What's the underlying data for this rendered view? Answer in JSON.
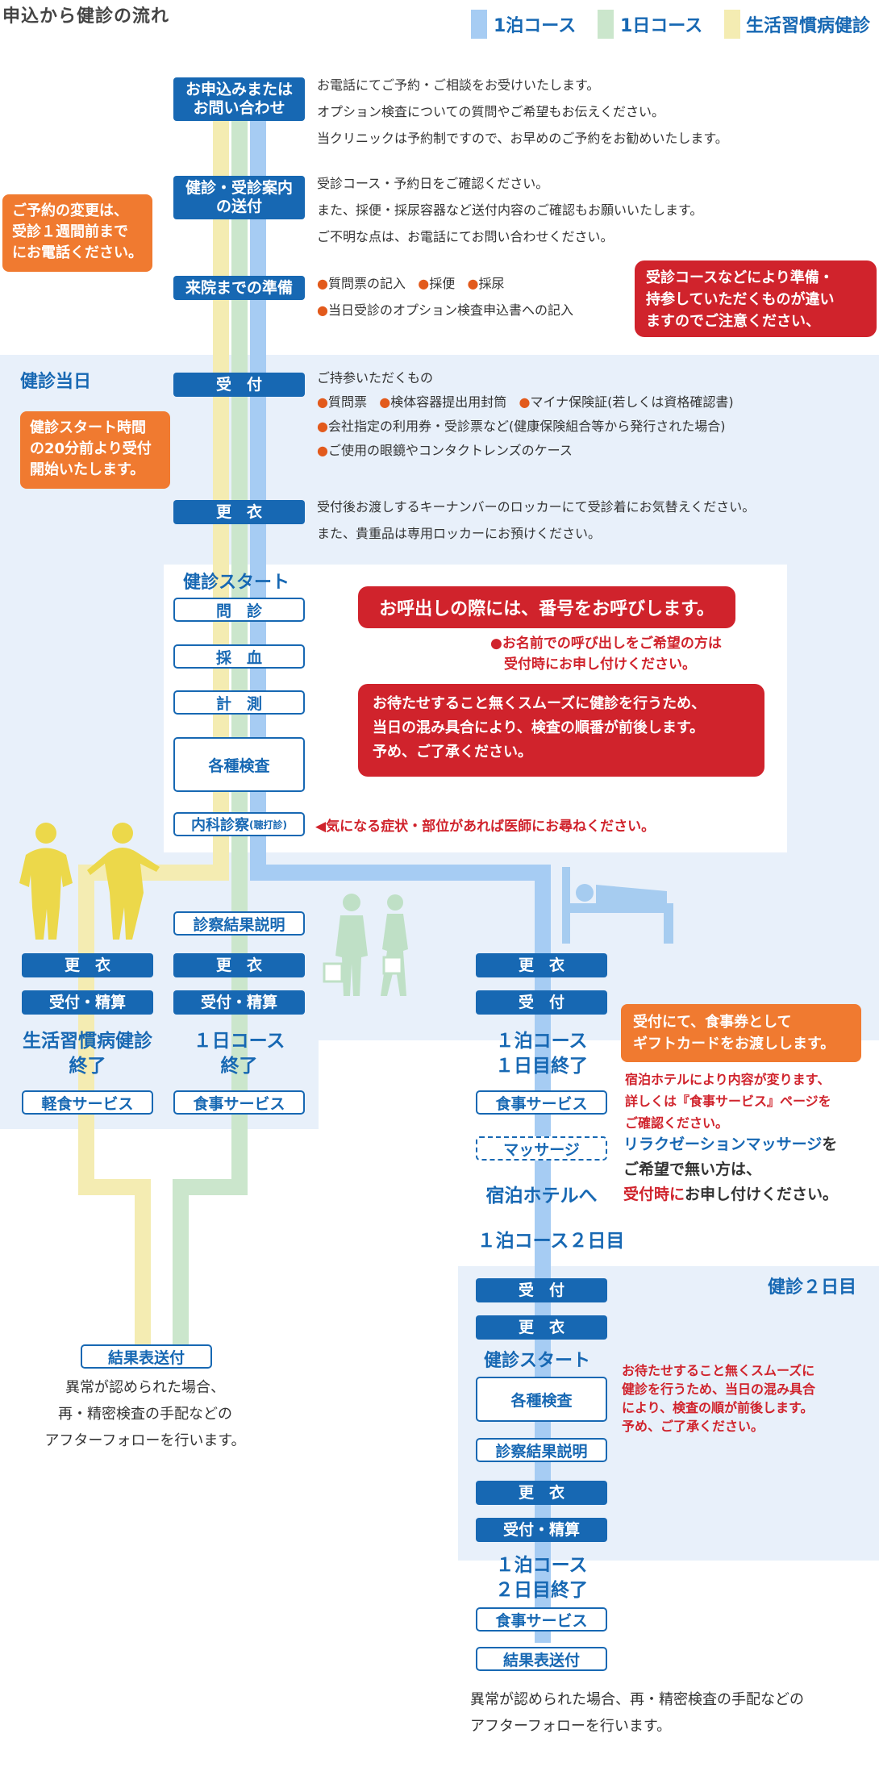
{
  "title": "申込から健診の流れ",
  "legend": [
    {
      "label": "1泊コース",
      "color": "#a6ccf3"
    },
    {
      "label": "1日コース",
      "color": "#cbe6cc"
    },
    {
      "label": "生活習慣病健診",
      "color": "#f4ecb2"
    }
  ],
  "steps": {
    "apply": "お申込みまたは\nお問い合わせ",
    "guide": "健診・受診案内\nの送付",
    "prep": "来院までの準備",
    "reception": "受　付",
    "change": "更　衣",
    "interview": "問　診",
    "blood": "採　血",
    "measure": "計　測",
    "exams": "各種検査",
    "internal_main": "内科診察",
    "internal_sub": "(聴打診)",
    "result_explain": "診察結果説明"
  },
  "texts": {
    "apply": [
      "お電話にてご予約・ご相談をお受けいたします。",
      "オプション検査についての質問やご希望もお伝えください。",
      "当クリニックは予約制ですので、お早めのご予約をお勧めいたします。"
    ],
    "guide": [
      "受診コース・予約日をご確認ください。",
      "また、採便・採尿容器など送付内容のご確認もお願いいたします。",
      "ご不明な点は、お電話にてお問い合わせください。"
    ],
    "prep_items": [
      "質問票の記入",
      "採便",
      "採尿"
    ],
    "prep_line2": "当日受診のオプション検査申込書への記入",
    "reception_intro": "ご持参いただくもの",
    "reception_items_row1": [
      "質問票",
      "検体容器提出用封筒",
      "マイナ保険証(若しくは資格確認書)"
    ],
    "reception_items_row2": "会社指定の利用券・受診票など(健康保険組合等から発行された場合)",
    "reception_items_row3": "ご使用の眼鏡やコンタクトレンズのケース",
    "change": [
      "受付後お渡しするキーナンバーのロッカーにて受診着にお気替えください。",
      "また、貴重品は専用ロッカーにお預けください。"
    ]
  },
  "notes": {
    "reschedule": "ご予約の変更は、\n受診１週間前まで\nにお電話ください。",
    "prep_warn": "受診コースなどにより準備・\n持参していただくものが違い\nますのでご注意ください、",
    "start_time": "健診スタート時間\nの20分前より受付\n開始いたします。",
    "call_number": "お呼出しの際には、番号をお呼びします。",
    "call_name": "●お名前での呼び出しをご希望の方は\n　受付時にお申し付けください。",
    "order_change": "お待たせすること無くスムーズに健診を行うため、\n当日の混み具合により、検査の順番が前後します。\n予め、ご了承ください。",
    "symptoms": "◀気になる症状・部位があれば医師にお尋ねください。",
    "gift": "受付にて、食事券として\nギフトカードをお渡しします。",
    "hotel_note": "宿泊ホテルにより内容が変ります、\n詳しくは『食事サービス』ページを\nご確認ください。",
    "massage_link": "リラクゼーションマッサージ",
    "massage_line1_tail": "を",
    "massage_line2": "ご希望で無い方は、",
    "massage_line3_red": "受付時に",
    "massage_line3_tail": "お申し付けください。",
    "order_change2": "お待たせすること無くスムーズに\n健診を行うため、当日の混み具合\nにより、検査の順が前後します。\n予め、ご了承ください。"
  },
  "headings": {
    "day1": "健診当日",
    "start": "健診スタート",
    "day2": "健診２日目",
    "start2": "健診スタート",
    "overnight_day2": "１泊コース２日目",
    "to_hotel": "宿泊ホテルへ"
  },
  "finish": {
    "change": "更　衣",
    "payment": "受付・精算",
    "reception": "受　付",
    "lifestyle_end": "生活習慣病健診\n終了",
    "day_end": "１日コース\n終了",
    "overnight_day1_end": "１泊コース\n１日目終了",
    "light_meal": "軽食サービス",
    "meal": "食事サービス",
    "massage": "マッサージ",
    "result_send": "結果表送付",
    "followup": "異常が認められた場合、\n再・精密検査の手配などの\nアフターフォローを行います。"
  },
  "day2": {
    "reception": "受　付",
    "change": "更　衣",
    "exams": "各種検査",
    "result_explain": "診察結果説明",
    "change2": "更　衣",
    "payment": "受付・精算",
    "end": "１泊コース\n２日目終了",
    "meal": "食事サービス",
    "result_send": "結果表送付",
    "followup": "異常が認められた場合、再・精密検査の手配などの\nアフターフォローを行います。"
  }
}
